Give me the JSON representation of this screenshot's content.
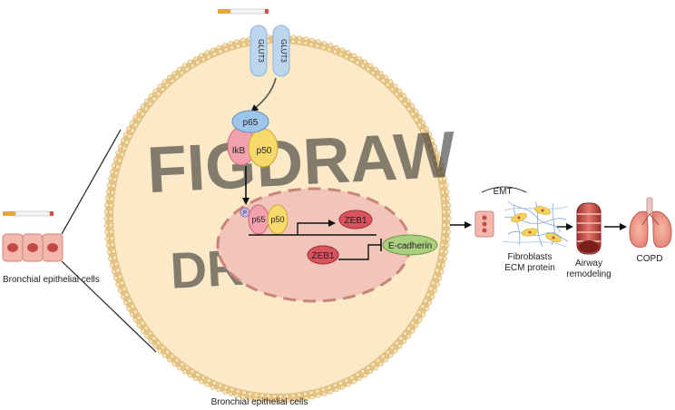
{
  "labels": {
    "glut3_left": "GLUT3",
    "glut3_right": "GLUT3",
    "p65_top": "p65",
    "ikb": "IkB",
    "p50_top": "p50",
    "phospho": "P",
    "p65_nuc": "p65",
    "p50_nuc": "p50",
    "zeb1_gene": "ZEB1",
    "zeb1_protein": "ZEB1",
    "ecadherin": "E-cadherin",
    "emt": "EMT",
    "fibroblasts": "Fibroblasts",
    "ecm_protein": "ECM protein",
    "airway_line1": "Airway",
    "airway_line2": "remodeling",
    "copd": "COPD",
    "bronchial_left": "Bronchial epithelial cells",
    "bronchial_bottom": "Bronchial epithelial cells"
  },
  "watermark": {
    "line1": "FIGDRAW",
    "line2": "DRAW"
  },
  "colors": {
    "membrane": "#e2c27e",
    "cytoplasm": "#fbe9c8",
    "nucleus_fill": "#f2c5ba",
    "nucleus_border": "#c98478",
    "glut3": "#bcd6ee",
    "p65": "#9ec6ea",
    "ikb": "#f3a1ad",
    "p50": "#f7d86a",
    "zeb1": "#d9535e",
    "ecadherin": "#a9cf7f"
  }
}
